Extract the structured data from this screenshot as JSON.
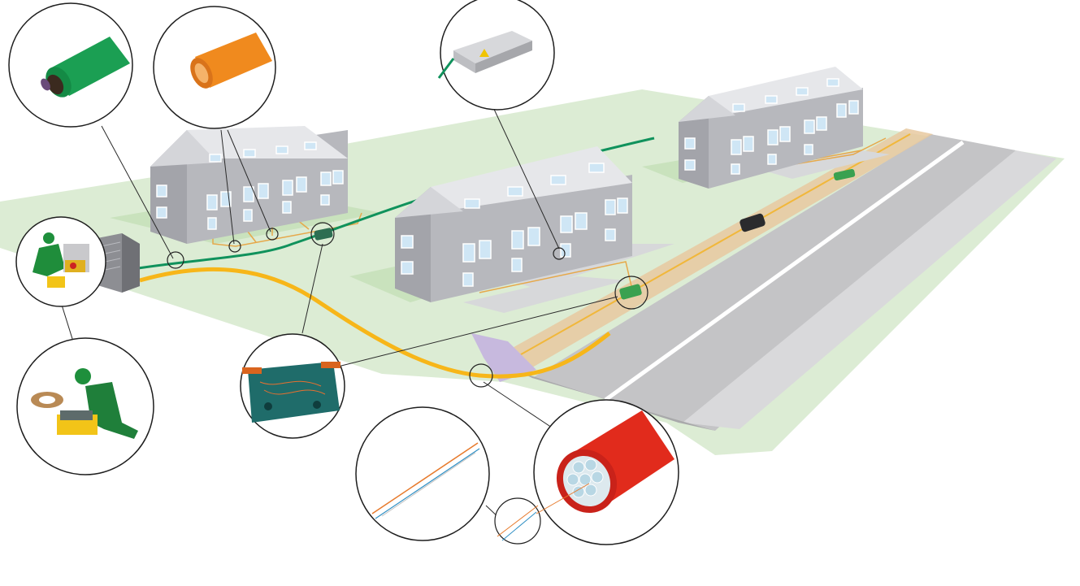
{
  "diagram": {
    "kind": "fibre-to-the-home network illustration",
    "labels": [],
    "colors": {
      "grass": "#dcecd4",
      "grass_dark": "#c9e2bd",
      "road": "#c4c4c6",
      "road_shoulder": "#d9d9db",
      "lane_marking": "#ffffff",
      "verge_trench": "#e8c9a0",
      "main_duct": "#f7b619",
      "feeder_duct": "#10925c",
      "drop_duct": "#e6a84a",
      "house_wall": "#b7b8bd",
      "house_roof": "#e6e7ea",
      "window": "#cfe6f5",
      "callout_border": "#1e1e1e",
      "manhole": "#c7b9de"
    },
    "icons": [
      "cabinet-icon",
      "joint-closure-icon",
      "house-icon",
      "worker-icon",
      "cable-reel-icon",
      "microduct-icon",
      "fibre-strand-icon",
      "connection-box-icon"
    ],
    "callouts": [
      "green-feeder-duct-detail",
      "orange-drop-duct-detail",
      "wall-box-detail",
      "installer-at-cabinet-detail",
      "installer-splicing-detail",
      "joint-closure-detail",
      "fibre-strands-detail",
      "multi-microduct-bundle-detail"
    ]
  }
}
